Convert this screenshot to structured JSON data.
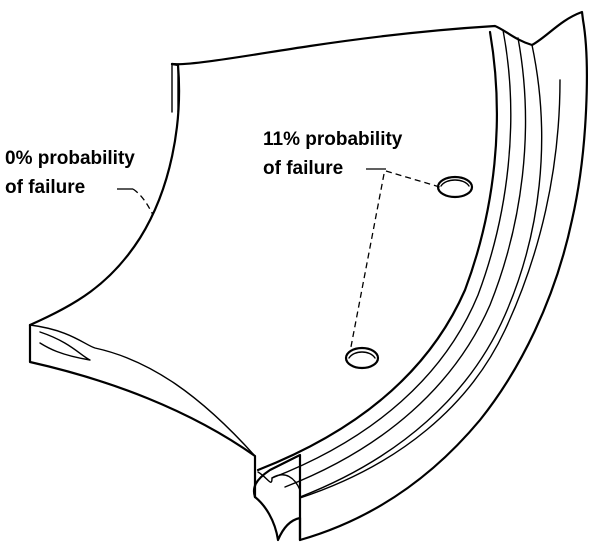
{
  "labels": {
    "left_line1": "0% probability",
    "left_line2": "of failure",
    "right_line1": "11% probability",
    "right_line2": "of failure"
  },
  "colors": {
    "stroke": "#000000",
    "background": "#ffffff"
  }
}
